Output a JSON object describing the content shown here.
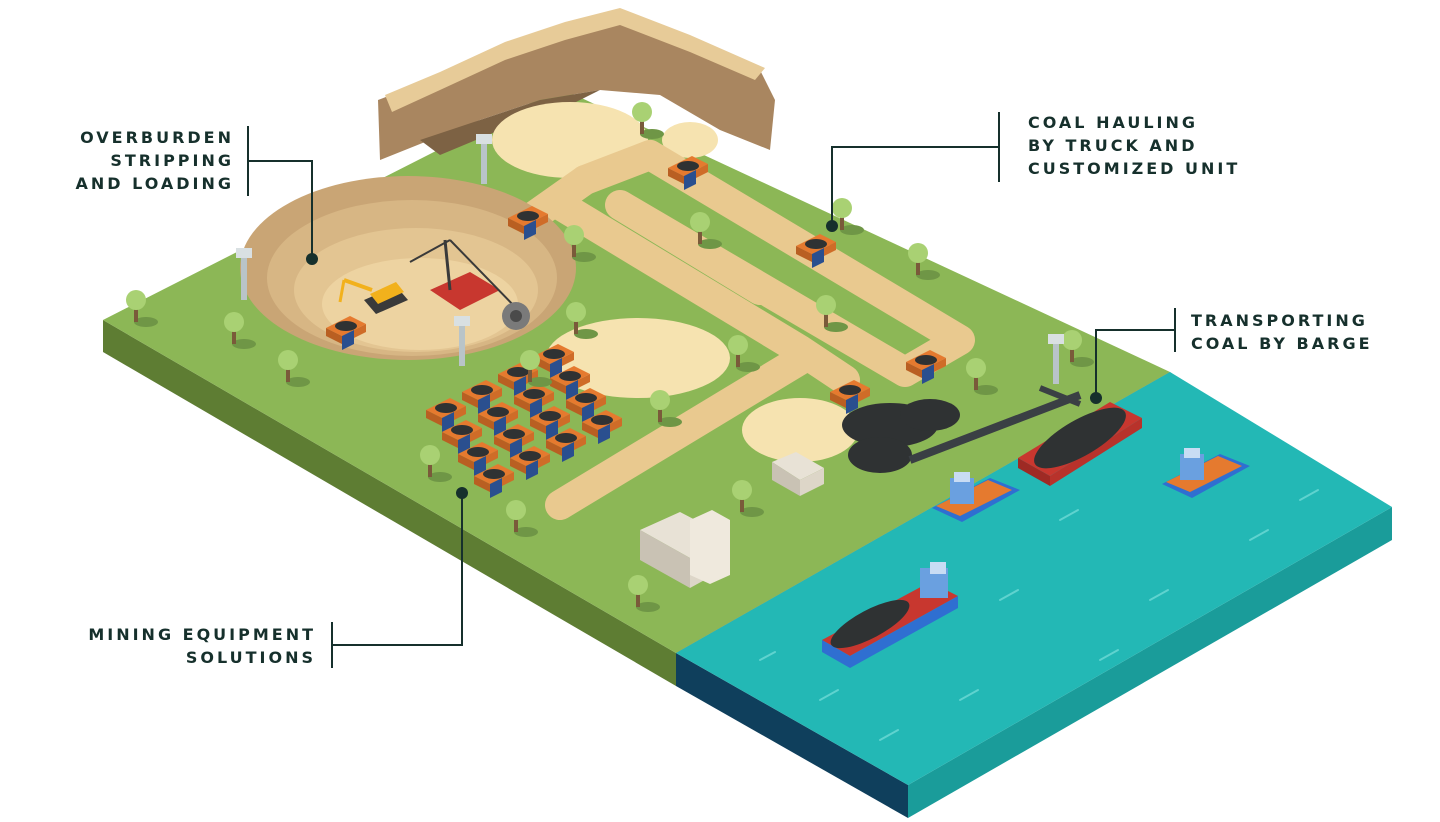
{
  "callouts": {
    "overburden": {
      "lines": [
        "OVERBURDEN",
        "STRIPPING",
        "AND LOADING"
      ]
    },
    "mining_equipment": {
      "lines": [
        "MINING EQUIPMENT",
        "SOLUTIONS"
      ]
    },
    "coal_hauling": {
      "lines": [
        "COAL HAULING",
        "BY TRUCK AND",
        "CUSTOMIZED UNIT"
      ]
    },
    "barge": {
      "lines": [
        "TRANSPORTING",
        "COAL BY BARGE"
      ]
    }
  },
  "colors": {
    "label_text": "#16302c",
    "leader_line": "#16302c",
    "grass_top": "#8cb756",
    "grass_side": "#5e7d33",
    "road": "#e9c98f",
    "sand": "#f6e3b0",
    "cliff": "#a98660",
    "cliff_top": "#e7cb98",
    "water_top": "#23b8b5",
    "water_side": "#0f3f5c",
    "truck_body": "#e57a2f",
    "truck_cab": "#2a4f8f",
    "coal": "#2f3233",
    "ship_hull": "#2f6fd1",
    "ship_hull_red": "#c8372f"
  },
  "icons": {
    "truck": "dump-truck-icon",
    "excavator": "excavator-icon",
    "dragline": "bucket-wheel-excavator-icon",
    "tug": "tugboat-icon",
    "barge": "coal-barge-icon",
    "ship": "cargo-ship-icon",
    "building": "office-building-icon",
    "tree": "tree-icon",
    "light_tower": "light-tower-icon"
  }
}
